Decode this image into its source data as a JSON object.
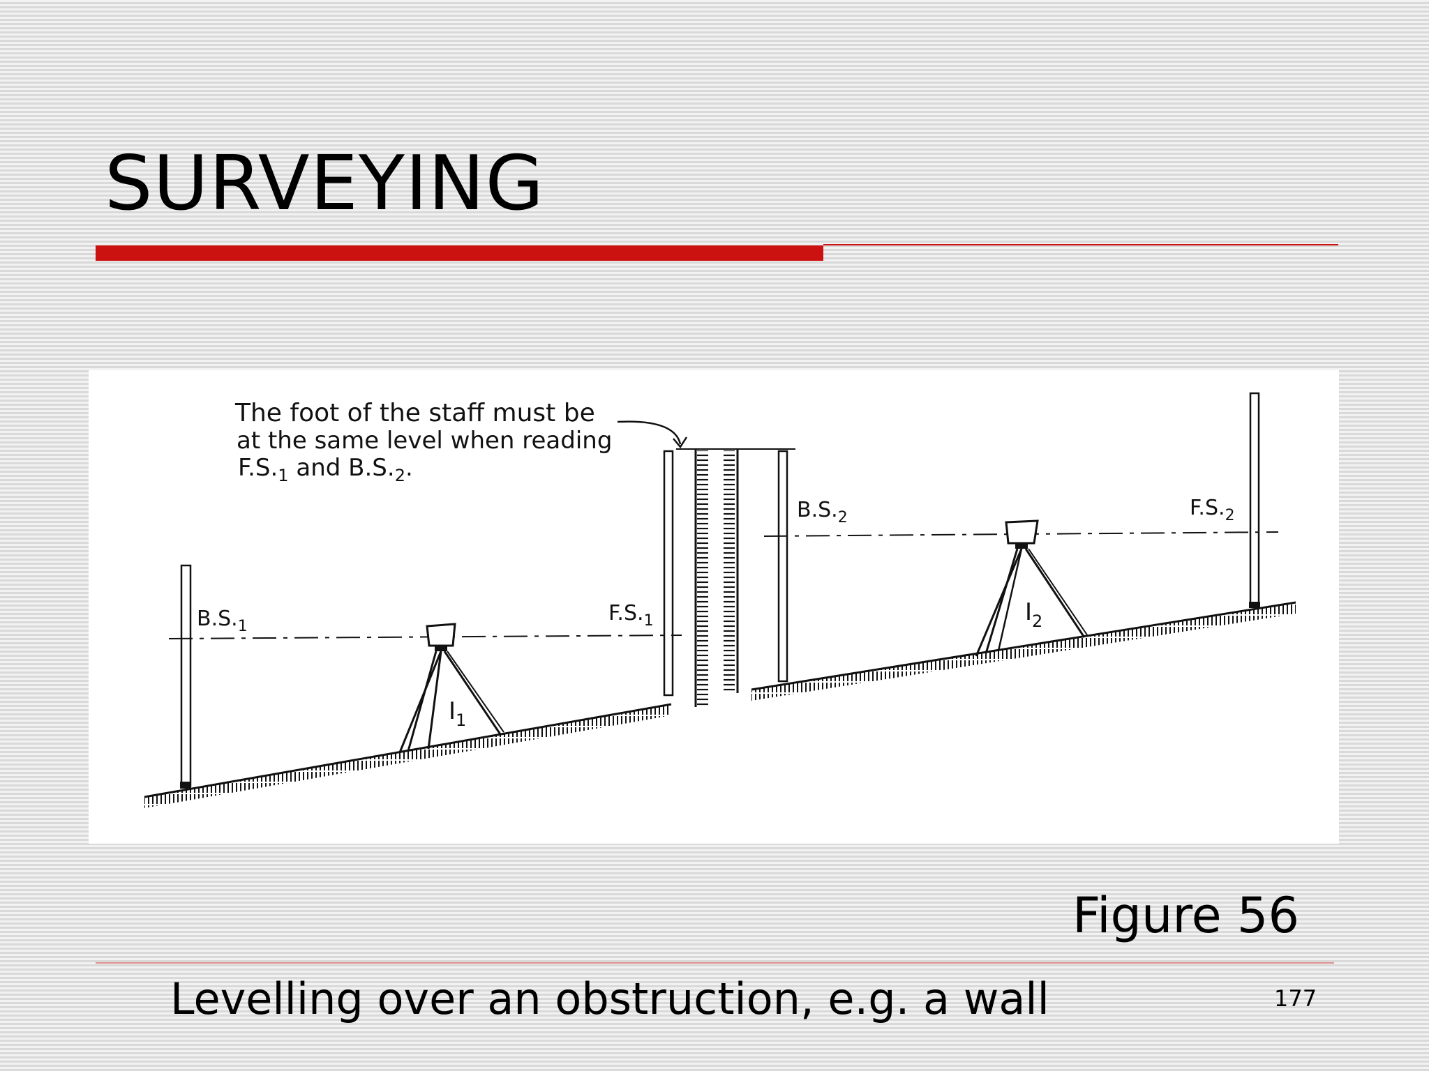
{
  "slide": {
    "title": "SURVEYING",
    "accent_color": "#cc1111",
    "figure_label": "Figure 56",
    "caption": "Levelling over an obstruction, e.g. a wall",
    "page_number": "177"
  },
  "diagram": {
    "note": {
      "line1": "The foot of the staff must be",
      "line2": "at the same level when reading",
      "line3_a": "F.S.",
      "line3_a_sub": "1",
      "line3_b": " and B.S.",
      "line3_b_sub": "2",
      "line3_end": "."
    },
    "labels": {
      "bs1": "B.S.",
      "bs1_sub": "1",
      "fs1": "F.S.",
      "fs1_sub": "1",
      "bs2": "B.S.",
      "bs2_sub": "2",
      "fs2": "F.S.",
      "fs2_sub": "2",
      "i1": "I",
      "i1_sub": "1",
      "i2": "I",
      "i2_sub": "2"
    }
  }
}
